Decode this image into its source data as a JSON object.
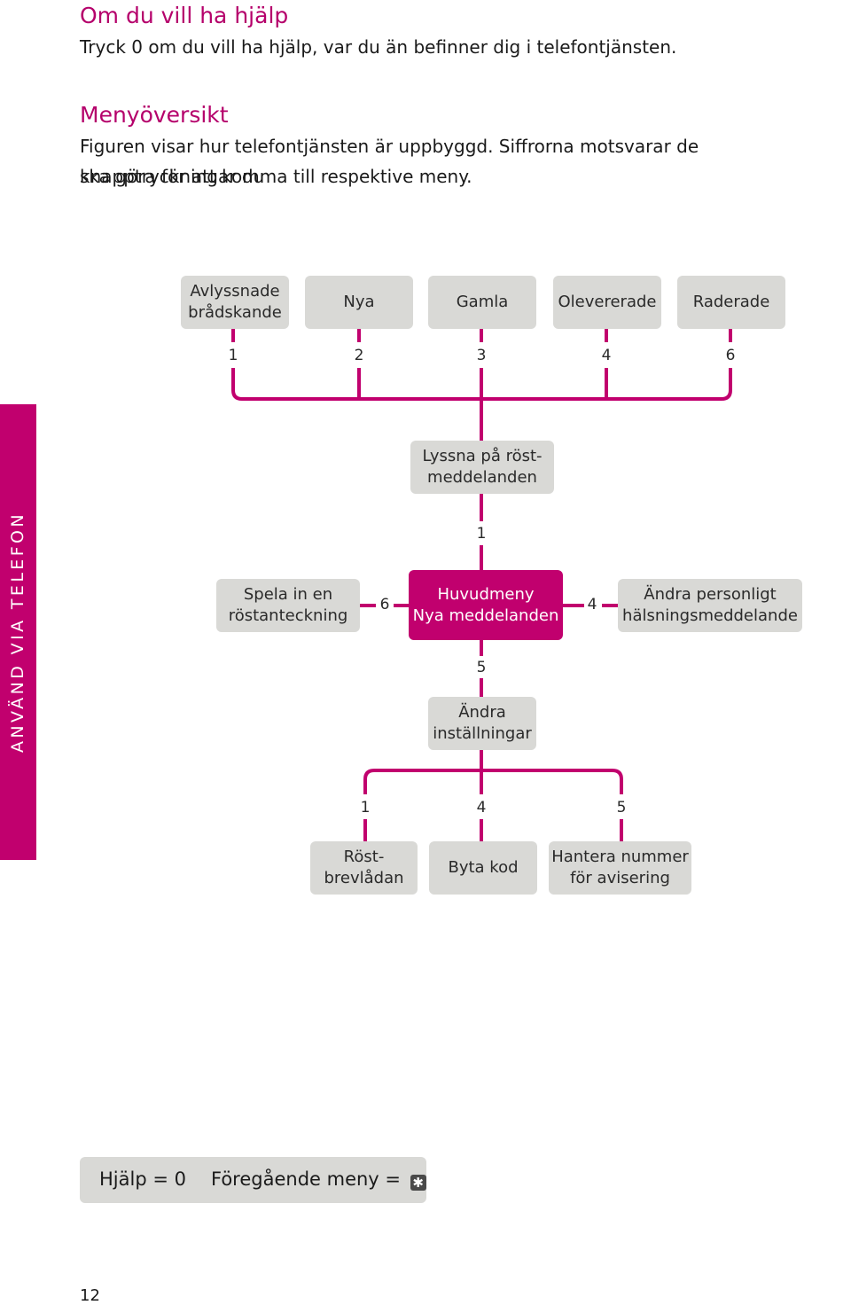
{
  "help": {
    "title": "Om du vill ha hjälp",
    "text": "Tryck 0 om du vill ha hjälp, var du än befinner dig i telefontjänsten."
  },
  "overview": {
    "title": "Menyöversikt",
    "text_line1": "Figuren visar hur telefontjänsten är uppbyggd. Siffrorna motsvarar de knapptryckningar du",
    "text_line2": "ska göra för att komma till respektive meny."
  },
  "side_tab": "ANVÄND VIA TELEFON",
  "diagram": {
    "listen_menu": [
      {
        "label": "Avlyssnade\nbrådskande",
        "key": "1"
      },
      {
        "label": "Nya",
        "key": "2"
      },
      {
        "label": "Gamla",
        "key": "3"
      },
      {
        "label": "Olevererade",
        "key": "4"
      },
      {
        "label": "Raderade",
        "key": "6"
      }
    ],
    "listen": {
      "label": "Lyssna på röst-\nmeddelanden",
      "key": "1"
    },
    "main_menu": {
      "line1": "Huvudmeny",
      "line2": "Nya meddelanden"
    },
    "record": {
      "label": "Spela in en\nröstanteckning",
      "key": "6"
    },
    "greeting": {
      "label": "Ändra personligt\nhälsningsmeddelande",
      "key": "4"
    },
    "settings": {
      "label": "Ändra\ninställningar",
      "key": "5"
    },
    "settings_menu": [
      {
        "label": "Röst-\nbrevlådan",
        "key": "1"
      },
      {
        "label": "Byta kod",
        "key": "4"
      },
      {
        "label": "Hantera nummer\nför avisering",
        "key": "5"
      }
    ]
  },
  "footer": {
    "help": "Hjälp = 0",
    "previous": "Föregående meny =",
    "previous_key_icon": "star-key-icon"
  },
  "page_number": "12",
  "colors": {
    "accent": "#c1006e",
    "box": "#d9d9d6"
  }
}
